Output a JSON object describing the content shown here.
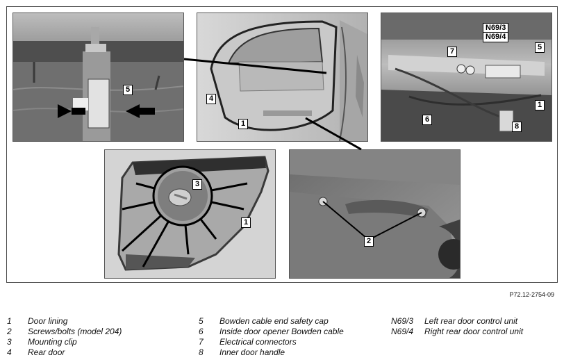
{
  "figure": {
    "callouts": {
      "p1": [
        "5"
      ],
      "p2": [
        "4",
        "1"
      ],
      "p3": [
        "N69/3",
        "N69/4",
        "7",
        "5",
        "1",
        "6",
        "8"
      ],
      "p4": [
        "3",
        "1"
      ],
      "p5": [
        "2"
      ]
    },
    "reference": "P72.12-2754-09"
  },
  "legend": [
    [
      {
        "key": "1",
        "text": "Door lining"
      },
      {
        "key": "2",
        "text": "Screws/bolts (model 204)"
      },
      {
        "key": "3",
        "text": "Mounting clip"
      },
      {
        "key": "4",
        "text": "Rear door"
      }
    ],
    [
      {
        "key": "5",
        "text": "Bowden cable end safety cap"
      },
      {
        "key": "6",
        "text": "Inside door opener Bowden cable"
      },
      {
        "key": "7",
        "text": "Electrical connectors"
      },
      {
        "key": "8",
        "text": "Inner door handle"
      }
    ],
    [
      {
        "key": "N69/3",
        "text": "Left rear door control unit"
      },
      {
        "key": "N69/4",
        "text": "Right rear door control unit"
      }
    ]
  ]
}
